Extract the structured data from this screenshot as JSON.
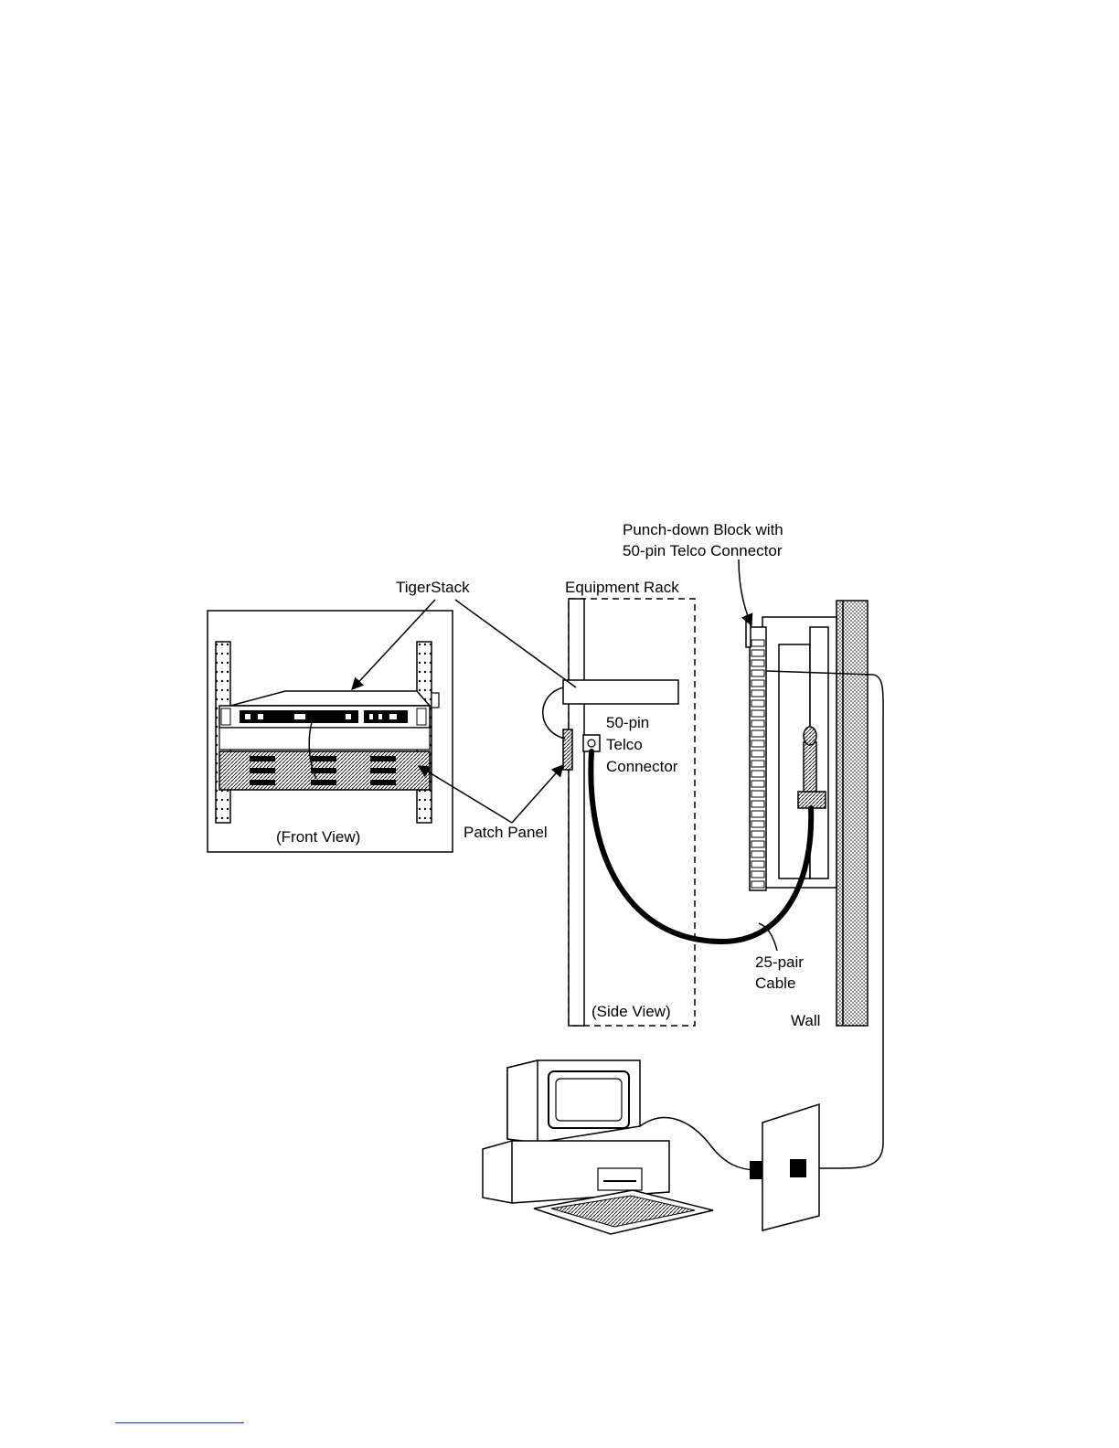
{
  "labels": {
    "punchdown_line1": "Punch-down Block with",
    "punchdown_line2": "50-pin Telco Connector",
    "tigerstack": "TigerStack",
    "equipment_rack": "Equipment Rack",
    "telco_line1": "50-pin",
    "telco_line2": "Telco",
    "telco_line3": "Connector",
    "front_view": "(Front View)",
    "patch_panel": "Patch Panel",
    "side_view": "(Side View)",
    "cable_line1": "25-pair",
    "cable_line2": "Cable",
    "wall": "Wall"
  },
  "colors": {
    "ink": "#000000",
    "background": "#ffffff",
    "footer_rule": "#1a35c8"
  }
}
